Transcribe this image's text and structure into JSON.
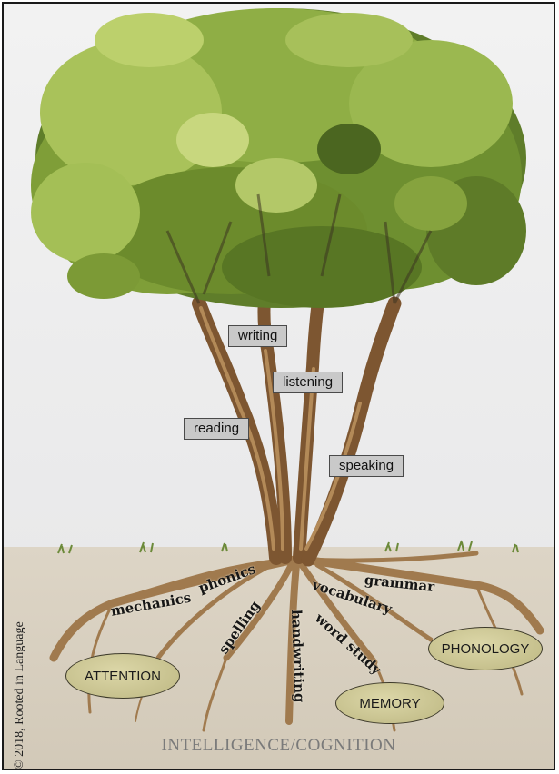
{
  "branches": {
    "writing": "writing",
    "listening": "listening",
    "reading": "reading",
    "speaking": "speaking"
  },
  "roots": {
    "phonics": "phonics",
    "mechanics": "mechanics",
    "grammar": "grammar",
    "vocabulary": "vocabulary",
    "spelling": "spelling",
    "handwriting": "handwriting",
    "wordstudy": "word study"
  },
  "foundations": {
    "attention": "ATTENTION",
    "memory": "MEMORY",
    "phonology": "PHONOLOGY",
    "base": "INTELLIGENCE/COGNITION"
  },
  "copyright": "© 2018, Rooted in Language",
  "colors": {
    "foliage_light": "#a9c25a",
    "foliage_dark": "#4f6a22",
    "trunk": "#8a6238",
    "soil": "#d8cfbf",
    "label_bg": "#c9c9c9",
    "oval_fill": "#cfc994"
  }
}
